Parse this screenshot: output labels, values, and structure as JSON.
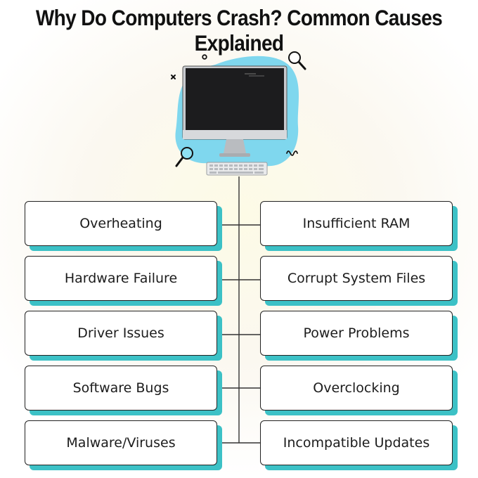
{
  "title": "Why Do Computers Crash? Common Causes Explained",
  "causes": {
    "left": [
      "Overheating",
      "Hardware Failure",
      "Driver Issues",
      "Software Bugs",
      "Malware/Viruses"
    ],
    "right": [
      "Insufficient RAM",
      "Corrupt System Files",
      "Power Problems",
      "Overclocking",
      "Incompatible Updates"
    ]
  },
  "icons": [
    "computer-monitor-icon",
    "keyboard-icon",
    "magnifier-icon",
    "magnifier-icon",
    "cross-doodle-icon",
    "circle-doodle-icon",
    "squiggle-doodle-icon"
  ],
  "colors": {
    "accent": "#3cc1c6",
    "blob": "#7fd7ee",
    "text": "#111111"
  }
}
